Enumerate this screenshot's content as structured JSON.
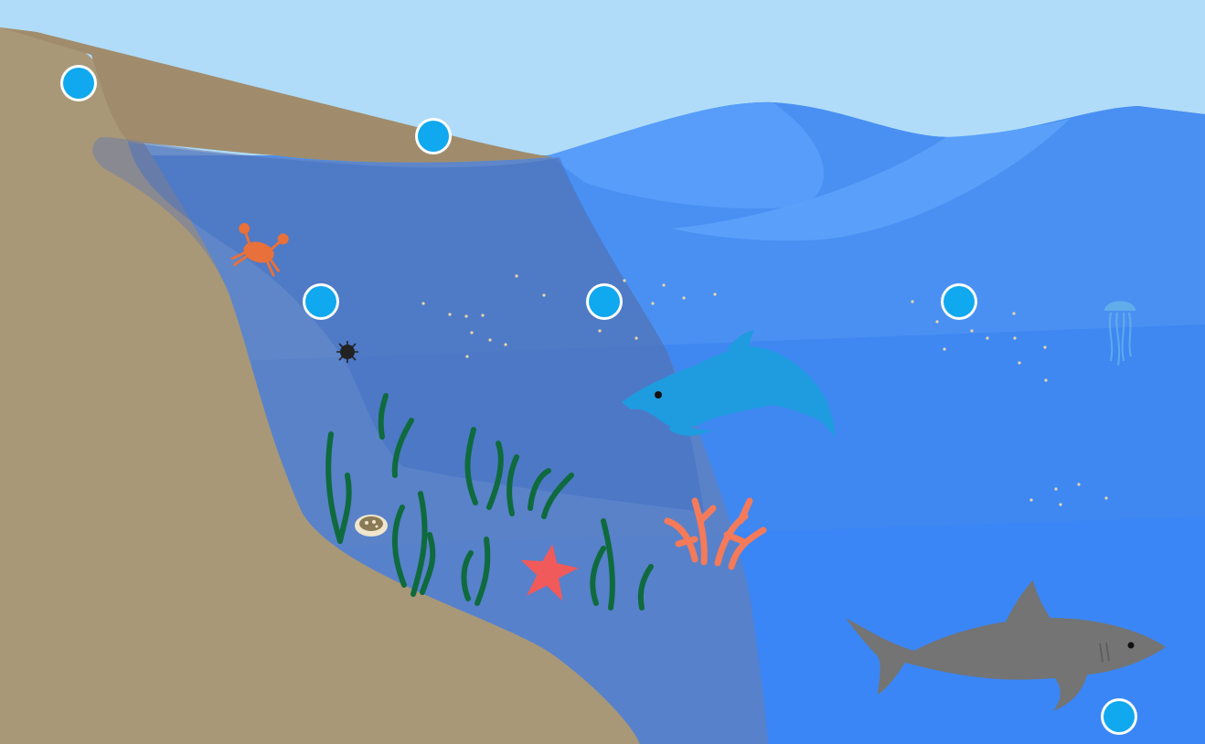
{
  "scene": {
    "colors": {
      "sky": "#b0dcfa",
      "beach_upper": "#a08c6c",
      "beach_lower": "#a89878",
      "ocean_surface": "#5298f0",
      "ocean_mid": "#3f86ee",
      "ocean_deep": "#3a86f6",
      "wave_crest": "#5aa0fa",
      "intertidal_overlay": "#6f7ea8",
      "shallow_overlay": "#3d6cc4",
      "hotspot_fill": "#10a8ee",
      "hotspot_ring": "#ffffff",
      "plankton": "#e6d7a8"
    },
    "hotspots": [
      {
        "id": "beach-top"
      },
      {
        "id": "beach-shore"
      },
      {
        "id": "intertidal"
      },
      {
        "id": "near-shore"
      },
      {
        "id": "open-ocean-surface"
      },
      {
        "id": "deep-ocean"
      }
    ],
    "organisms": [
      {
        "kind": "crab",
        "icon": "crab-icon"
      },
      {
        "kind": "sea-urchin",
        "icon": "sea-urchin-icon"
      },
      {
        "kind": "shell",
        "icon": "shell-icon"
      },
      {
        "kind": "seaweed",
        "icon": "seaweed-icon"
      },
      {
        "kind": "starfish",
        "icon": "starfish-icon"
      },
      {
        "kind": "coral",
        "icon": "coral-icon"
      },
      {
        "kind": "dolphin",
        "icon": "dolphin-icon"
      },
      {
        "kind": "jellyfish",
        "icon": "jellyfish-icon"
      },
      {
        "kind": "shark",
        "icon": "shark-icon"
      },
      {
        "kind": "plankton",
        "icon": "plankton-icon"
      }
    ]
  }
}
